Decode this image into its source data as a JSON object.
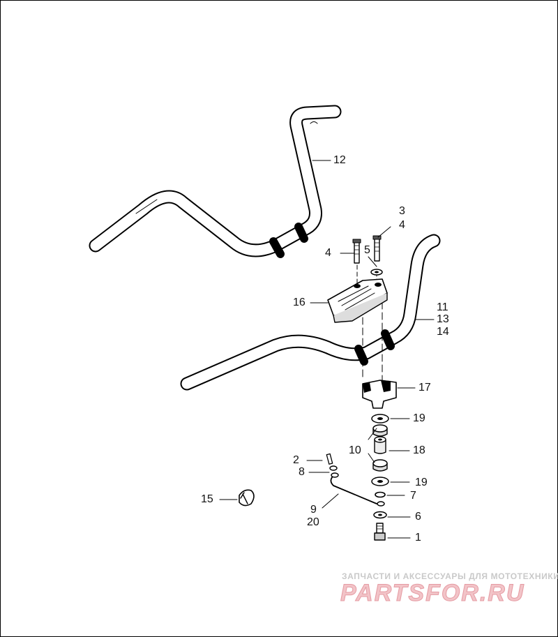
{
  "callouts": {
    "c12": "12",
    "c3": "3",
    "c4a": "4",
    "c4b": "4",
    "c5": "5",
    "c16": "16",
    "c11": "11",
    "c13": "13",
    "c14": "14",
    "c17": "17",
    "c19a": "19",
    "c10": "10",
    "c18": "18",
    "c2": "2",
    "c8": "8",
    "c19b": "19",
    "c7": "7",
    "c15": "15",
    "c9": "9",
    "c20": "20",
    "c6": "6",
    "c1": "1"
  },
  "watermark": {
    "tagline": "ЗАПЧАСТИ И АКСЕССУАРЫ ДЛЯ МОТОТЕХНИКИ",
    "logo": "PARTSFOR.RU",
    "logo_color": "#f2c4c8"
  }
}
